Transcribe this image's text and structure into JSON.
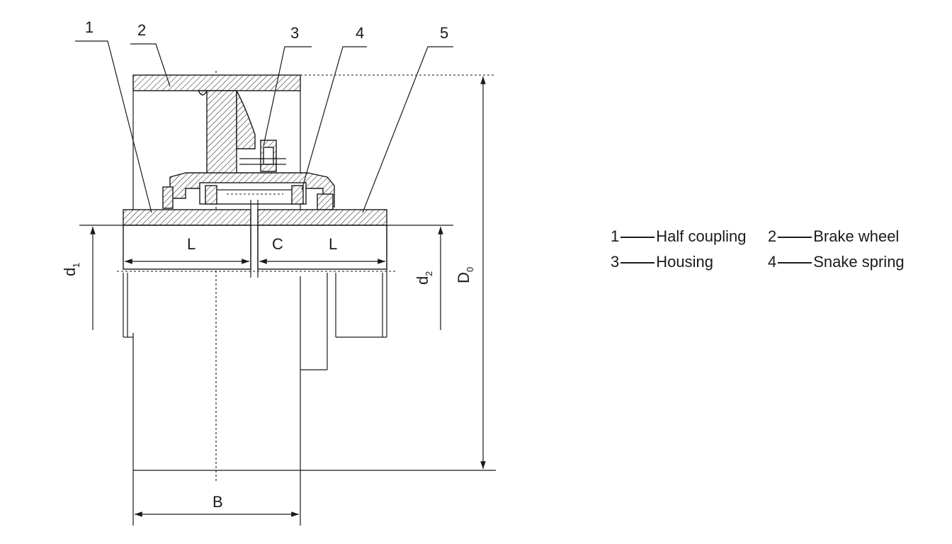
{
  "callouts": [
    "1",
    "2",
    "3",
    "4",
    "5"
  ],
  "dimensions": {
    "L_left": "L",
    "C": "C",
    "L_right": "L",
    "d1": "d",
    "d1_sub": "1",
    "d2": "d",
    "d2_sub": "2",
    "D0": "D",
    "D0_sub": "0",
    "B": "B"
  },
  "legend": [
    {
      "num": "1",
      "label": "Half coupling"
    },
    {
      "num": "2",
      "label": "Brake wheel"
    },
    {
      "num": "3",
      "label": "Housing"
    },
    {
      "num": "4",
      "label": "Snake spring"
    }
  ],
  "colors": {
    "ink": "#1a1a1a",
    "paper": "#ffffff"
  }
}
